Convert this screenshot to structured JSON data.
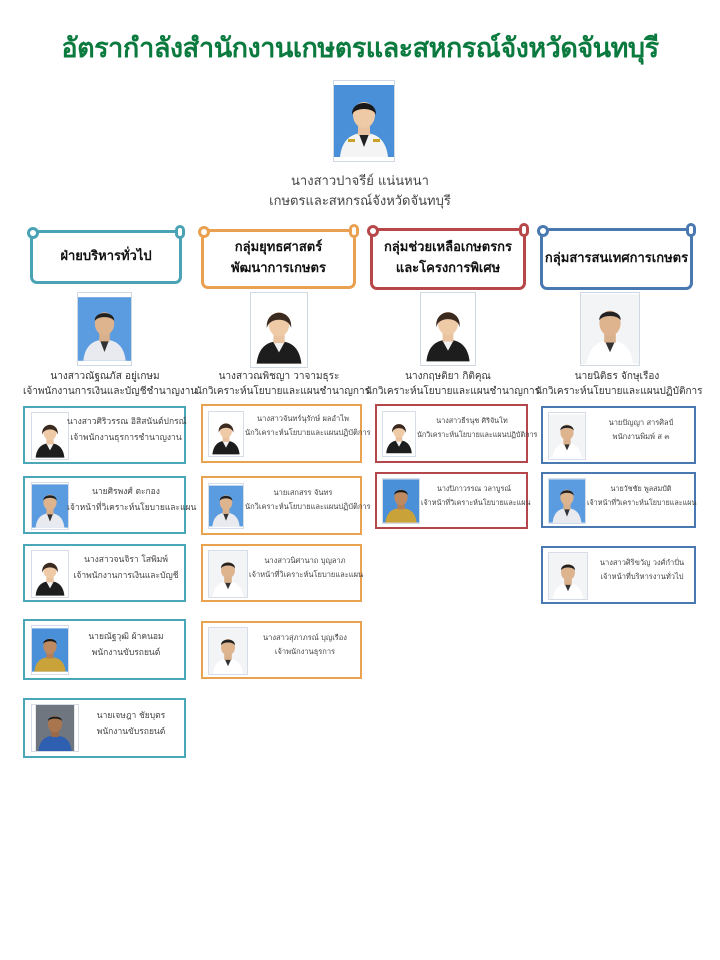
{
  "title": "อัตรากำลังสำนักงานเกษตรและสหกรณ์จังหวัดจันทบุรี",
  "head": {
    "name": "นางสาวปาจรีย์  แน่นหนา",
    "position": "เกษตรและสหกรณ์จังหวัดจันทบุรี"
  },
  "groups": [
    {
      "title": "ฝ่ายบริหารทั่วไป",
      "lead_name": "นางสาวณัฐณภัส  อยู่เกษม",
      "lead_position": "เจ้าพนักงานการเงินและบัญชีชำนาญงาน",
      "members": [
        {
          "name": "นางสาวศิริวรรณ  อิสิสนันต์ปกรณ์",
          "position": "เจ้าพนักงานธุรการชำนาญงาน"
        },
        {
          "name": "นายศิรพงศ์  ตะกอง",
          "position": "เจ้าหน้าที่วิเคราะห์นโยบายและแผน"
        },
        {
          "name": "นางสาวจนจิรา  โสพิมพ์",
          "position": "เจ้าพนักงานการเงินและบัญชี"
        },
        {
          "name": "นายณัฐวุฒิ  ผ้าคนอม",
          "position": "พนักงานขับรถยนต์"
        },
        {
          "name": "นายเจษฎา  ชัยบุตร",
          "position": "พนักงานขับรถยนต์"
        }
      ]
    },
    {
      "title_line1": "กลุ่มยุทธศาสตร์",
      "title_line2": "พัฒนาการเกษตร",
      "lead_name": "นางสาวณพิชญา  วาจามธุระ",
      "lead_position": "นักวิเคราะห์นโยบายและแผนชำนาญการ",
      "members": [
        {
          "name": "นางสาวจันทร์นุรักษ์ ผลอำไพ",
          "position": "นักวิเคราะห์นโยบายและแผนปฏิบัติการ"
        },
        {
          "name": "นายเสกสรร  จันทร",
          "position": "นักวิเคราะห์นโยบายและแผนปฏิบัติการ"
        },
        {
          "name": "นางสาวนิศานาถ  บุญลาภ",
          "position": "เจ้าหน้าที่วิเคราะห์นโยบายและแผน"
        },
        {
          "name": "นางสาวสุภาภรณ์  บุญเรือง",
          "position": "เจ้าพนักงานธุรการ"
        }
      ]
    },
    {
      "title_line1": "กลุ่มช่วยเหลือเกษตรกร",
      "title_line2": "และโครงการพิเศษ",
      "lead_name": "นางกฤษติยา  กิติคุณ",
      "lead_position": "นักวิเคราะห์นโยบายและแผนชำนาญการ",
      "members": [
        {
          "name": "นางสาวธีรนุช  ศิริจันโท",
          "position": "นักวิเคราะห์นโยบายและแผนปฏิบัติการ"
        },
        {
          "name": "นางปิภาวรรณ  วลาบูรณ์",
          "position": "เจ้าหน้าที่วิเคราะห์นโยบายและแผน"
        }
      ]
    },
    {
      "title": "กลุ่มสารสนเทศการเกษตร",
      "lead_name": "นายนิติธร  จักษุเรือง",
      "lead_position": "นักวิเคราะห์นโยบายและแผนปฏิบัติการ",
      "members": [
        {
          "name": "นายปัญญา  สารศิลป์",
          "position": "พนักงานพิมพ์ ส ๓"
        },
        {
          "name": "นายวัชชัย  พูลสมบัติ",
          "position": "เจ้าหน้าที่วิเคราะห์นโยบายและแผน"
        },
        {
          "name": "นางสาวศิริขวัญ  วงศ์กำปั่น",
          "position": "เจ้าหน้าที่บริหารงานทั่วไป"
        }
      ]
    }
  ],
  "colors": {
    "title": "#0b7a3e",
    "group1": "#49a7b8",
    "group2": "#e9a24f",
    "group3": "#b3474b",
    "group4": "#4a78b0"
  },
  "icons": [
    "person-photo"
  ]
}
